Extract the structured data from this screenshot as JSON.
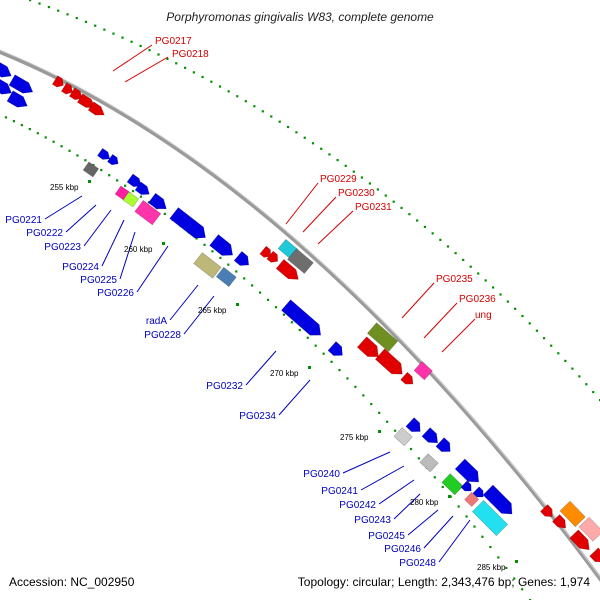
{
  "title": "Porphyromonas gingivalis W83, complete genome",
  "footer": {
    "accession": "Accession: NC_002950",
    "topology": "Topology: circular; Length: 2,343,476 bp; Genes: 1,974"
  },
  "colors": {
    "backbone": "#8f8f8f",
    "tick": "#009000",
    "forward_label": "#d40000",
    "reverse_label": "#0000c0"
  },
  "scale_ticks": [
    "255 kbp",
    "260 kbp",
    "265 kbp",
    "270 kbp",
    "275 kbp",
    "280 kbp",
    "285 kbp"
  ],
  "forward_gene_labels": [
    "PG0217",
    "PG0218",
    "PG0229",
    "PG0230",
    "PG0231",
    "PG0235",
    "PG0236",
    "ung"
  ],
  "reverse_gene_labels": [
    "PG0221",
    "PG0222",
    "PG0223",
    "PG0224",
    "PG0225",
    "PG0226",
    "radA",
    "PG0228",
    "PG0232",
    "PG0234",
    "PG0240",
    "PG0241",
    "PG0242",
    "PG0243",
    "PG0245",
    "PG0246",
    "PG0248"
  ]
}
